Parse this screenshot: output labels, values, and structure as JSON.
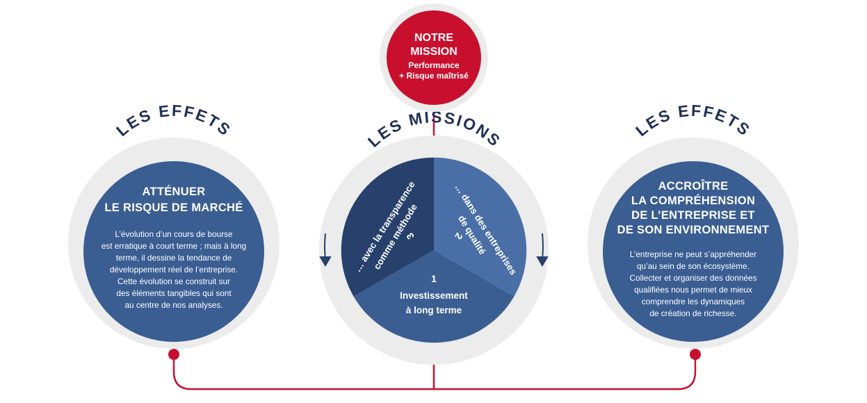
{
  "mission": {
    "title_line1": "NOTRE",
    "title_line2": "MISSION",
    "sub_line1": "Performance",
    "sub_line2": "+ Risque maîtrisé"
  },
  "left": {
    "arc_title": "LES EFFETS",
    "heading_line1": "ATTÉNUER",
    "heading_line2": "LE RISQUE DE MARCHÉ",
    "body": [
      "L’évolution d’un cours de bourse",
      "est erratique à court terme ; mais à long",
      "terme, il dessine la tendance de",
      "développement réel de l’entreprise.",
      "Cette évolution se construit sur",
      "des éléments tangibles qui sont",
      "au centre de nos analyses."
    ]
  },
  "center": {
    "arc_title": "LES MISSIONS",
    "seg1_num": "1",
    "seg1_line1": "Investissement",
    "seg1_line2": "à long terme",
    "seg2_num": "2",
    "seg2_line1": "… dans des entreprises",
    "seg2_line2": "de qualité",
    "seg3_num": "3",
    "seg3_line1": "… avec la transparence",
    "seg3_line2": "comme méthode"
  },
  "right": {
    "arc_title": "LES EFFETS",
    "heading_line1": "ACCROÎTRE",
    "heading_line2": "LA COMPRÉHENSION",
    "heading_line3": "DE L’ENTREPRISE ET",
    "heading_line4": "DE SON ENVIRONNEMENT",
    "body": [
      "L’entreprise ne peut s’appréhender",
      "qu’au sein de son écosystème.",
      "Collecter et organiser des données",
      "qualifiées nous permet de mieux",
      "comprendre les dynamiques",
      "de création de richesse."
    ]
  },
  "colors": {
    "red": "#c8102e",
    "navy": "#3a5d92",
    "dark_navy": "#27406c",
    "mid_blue": "#4a6fa6",
    "ring": "#ececec",
    "title": "#1f2f55"
  }
}
